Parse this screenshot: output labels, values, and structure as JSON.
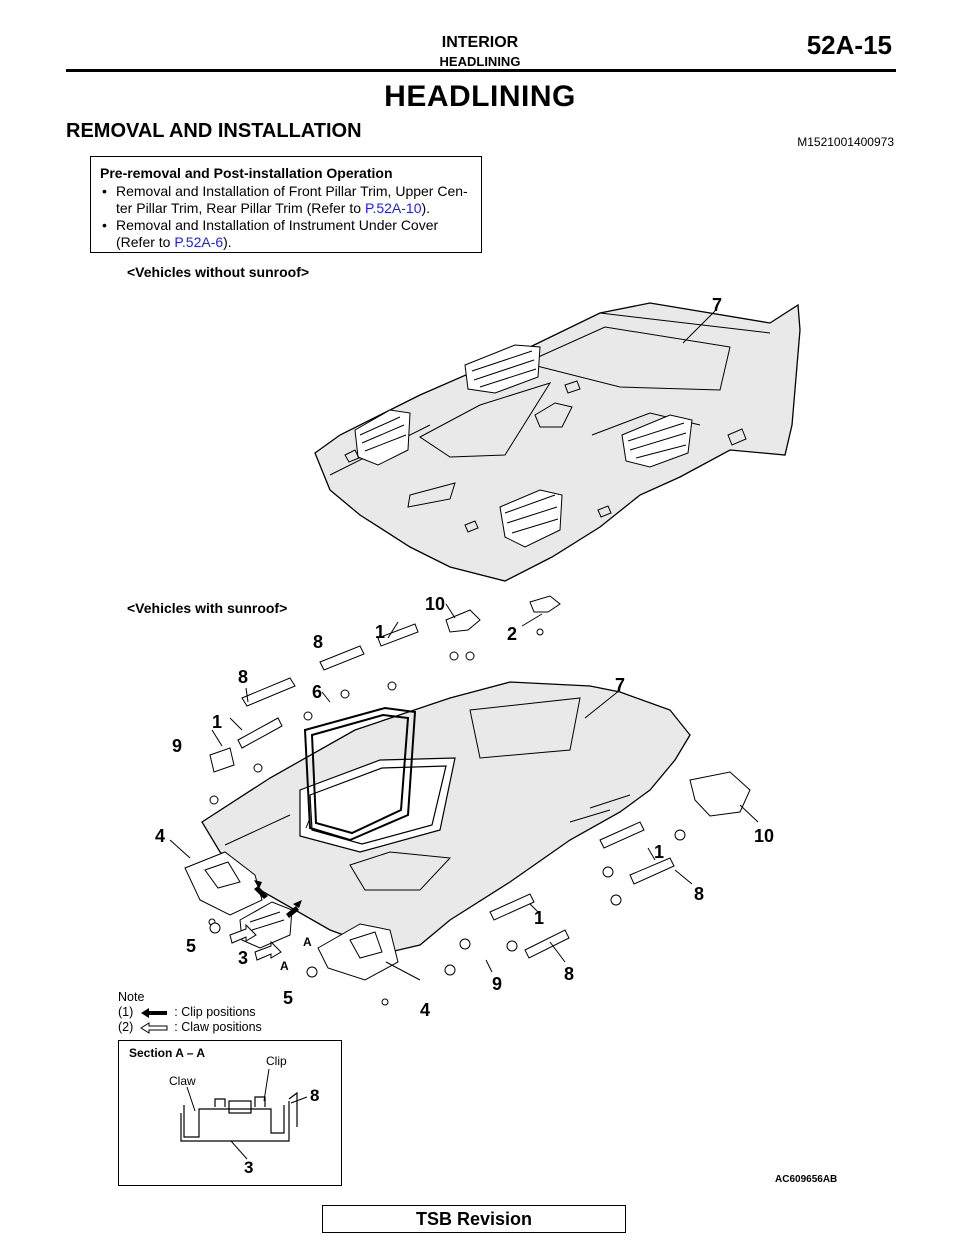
{
  "header": {
    "section": "INTERIOR",
    "subsection": "HEADLINING",
    "page_number": "52A-15"
  },
  "title": "HEADLINING",
  "subtitle": "REMOVAL AND INSTALLATION",
  "doc_id": "M1521001400973",
  "pre_op": {
    "heading": "Pre-removal and Post-installation Operation",
    "item1_line1": "Removal and Installation of Front Pillar Trim, Upper Cen-",
    "item1_line2_pre": "ter Pillar Trim, Rear Pillar Trim (Refer to ",
    "item1_ref": "P.52A-10",
    "item1_post": ").",
    "item2_line1": "Removal and Installation of Instrument Under Cover",
    "item2_line2_pre": "(Refer to ",
    "item2_ref": "P.52A-6",
    "item2_post": ")."
  },
  "variants": {
    "without_sunroof": "<Vehicles without sunroof>",
    "with_sunroof": "<Vehicles with sunroof>"
  },
  "callouts": {
    "c1": "1",
    "c2": "2",
    "c3": "3",
    "c4": "4",
    "c5": "5",
    "c6": "6",
    "c7": "7",
    "c8": "8",
    "c9": "9",
    "c10": "10",
    "a": "A"
  },
  "note": {
    "heading": "Note",
    "clip_num": "(1)",
    "clip_text": ": Clip positions",
    "claw_num": "(2)",
    "claw_text": ": Claw positions"
  },
  "section_aa": {
    "title": "Section A – A",
    "clip": "Clip",
    "claw": "Claw",
    "n8": "8",
    "n3": "3"
  },
  "figure_id": "AC609656AB",
  "footer": "TSB Revision",
  "colors": {
    "link": "#1a1aff",
    "panel": "#e9e9e9",
    "line": "#000000"
  }
}
